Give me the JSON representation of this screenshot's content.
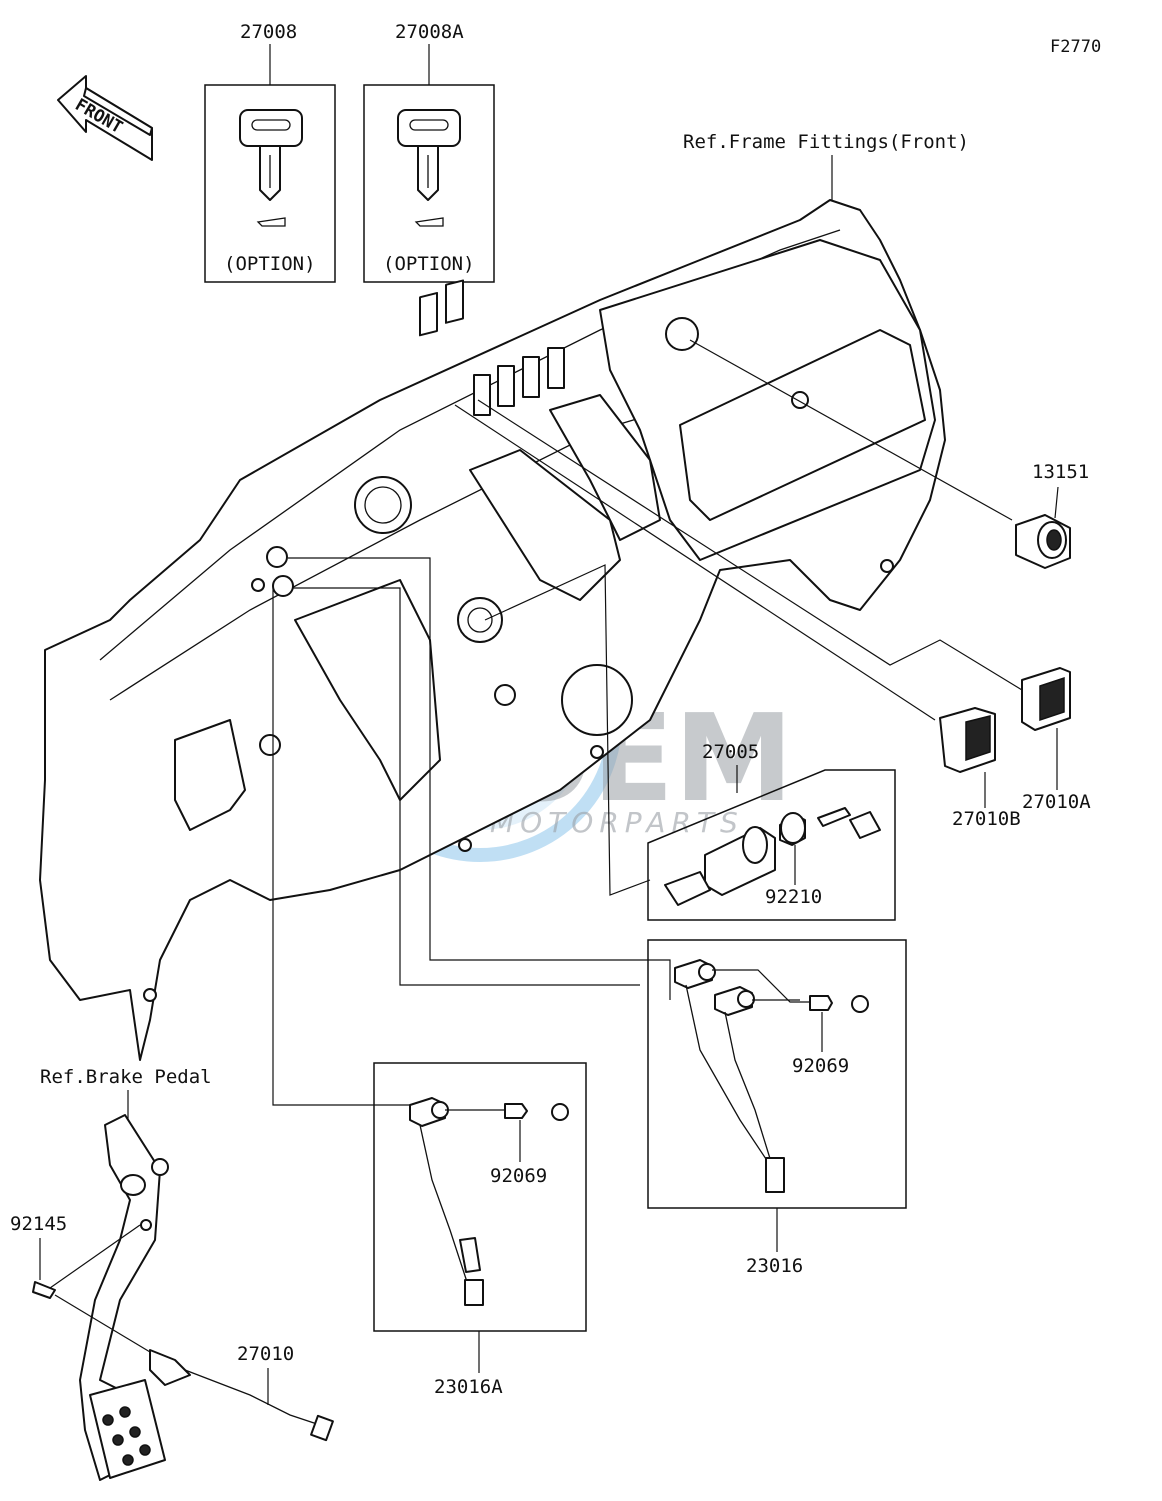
{
  "figure_code": "F2770",
  "front_arrow_text": "FRONT",
  "references": {
    "frame_fittings": "Ref.Frame Fittings(Front)",
    "brake_pedal": "Ref.Brake Pedal"
  },
  "keys": [
    {
      "part_no": "27008",
      "note": "(OPTION)"
    },
    {
      "part_no": "27008A",
      "note": "(OPTION)"
    }
  ],
  "parts": {
    "p13151": "13151",
    "p27010A": "27010A",
    "p27010B": "27010B",
    "p27005": "27005",
    "p92210": "92210",
    "p92069_right": "92069",
    "p92069_left": "92069",
    "p23016": "23016",
    "p23016A": "23016A",
    "p92145": "92145",
    "p27010": "27010"
  },
  "watermark": {
    "brand": "OEM",
    "tagline": "MOTORPARTS",
    "colors": {
      "ring": "#4aa3df",
      "text": "#9aa0a6"
    }
  },
  "colors": {
    "line": "#111111",
    "background": "#ffffff"
  }
}
